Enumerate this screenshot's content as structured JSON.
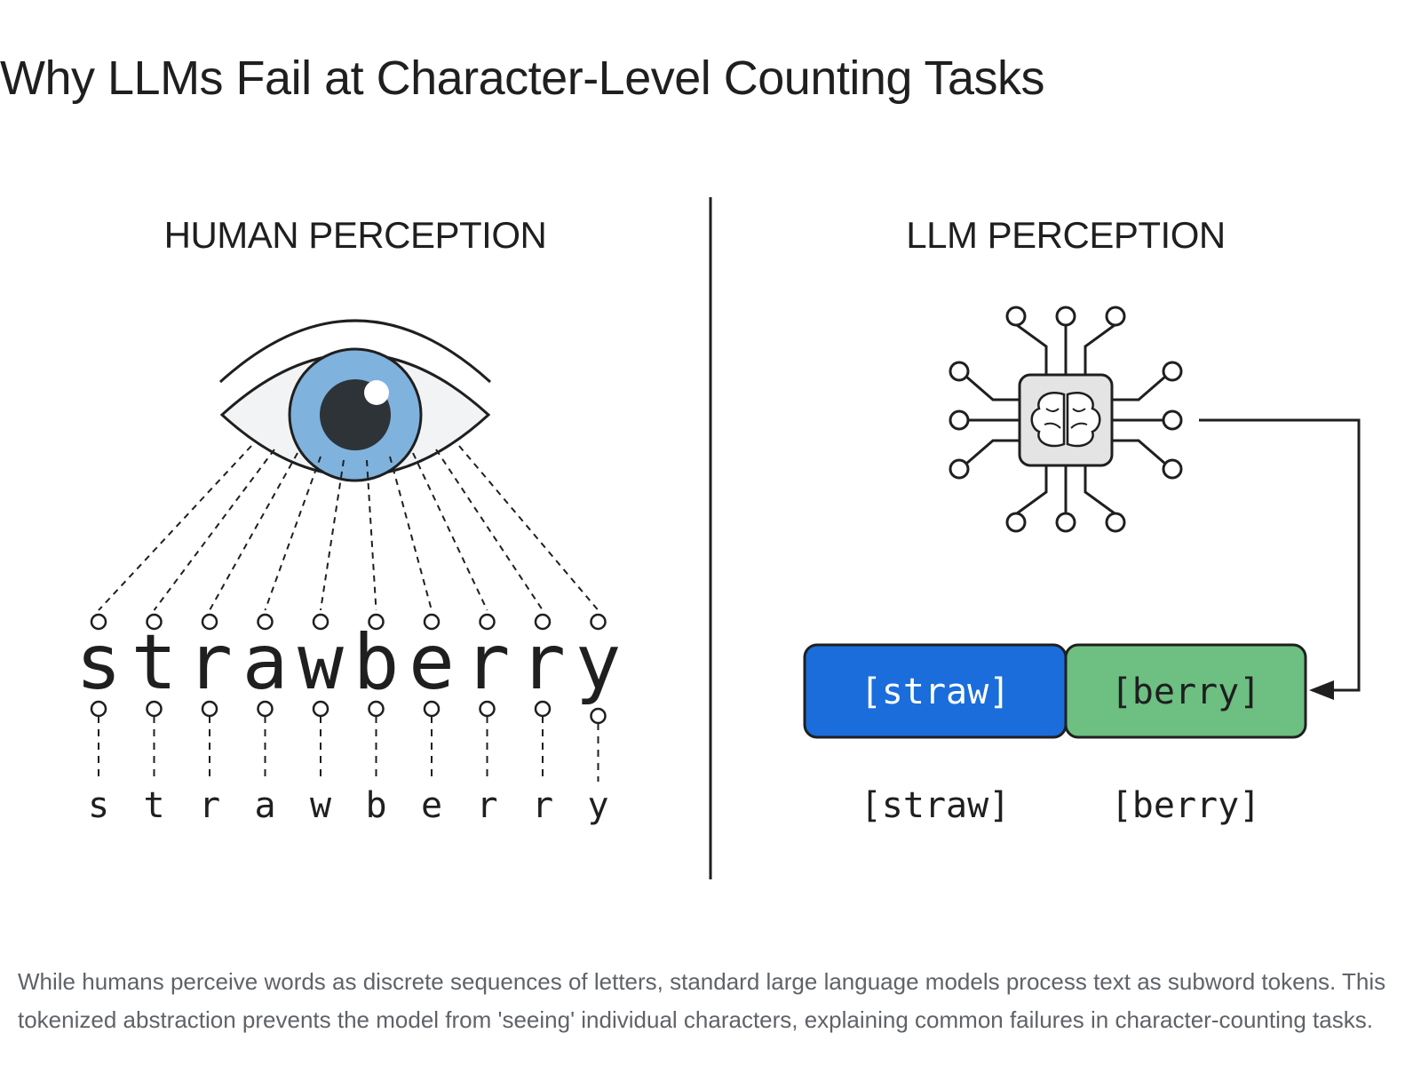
{
  "title": "Why LLMs Fail at Character-Level Counting Tasks",
  "figure": {
    "human": {
      "heading": "HUMAN PERCEPTION",
      "word_letters": [
        "s",
        "t",
        "r",
        "a",
        "w",
        "b",
        "e",
        "r",
        "r",
        "y"
      ],
      "split_letters": [
        "s",
        "t",
        "r",
        "a",
        "w",
        "b",
        "e",
        "r",
        "r",
        "y"
      ]
    },
    "llm": {
      "heading": "LLM PERCEPTION",
      "tokens": [
        {
          "label": "[straw]",
          "color": "#1a6ddb"
        },
        {
          "label": "[berry]",
          "color": "#6dbf82"
        }
      ],
      "token_labels_below": [
        "[straw]",
        "[berry]"
      ]
    }
  },
  "caption": "While humans perceive words as discrete sequences of letters, standard large language models process text as subword tokens. This tokenized abstraction prevents the model from 'seeing' individual characters, explaining common failures in character-counting tasks.",
  "icons": [
    "eye-icon",
    "brain-chip-icon"
  ],
  "colors": {
    "iris": "#7fb2dd",
    "token_straw": "#1a6ddb",
    "token_berry": "#6dbf82",
    "chip": "#e4e4e4"
  }
}
